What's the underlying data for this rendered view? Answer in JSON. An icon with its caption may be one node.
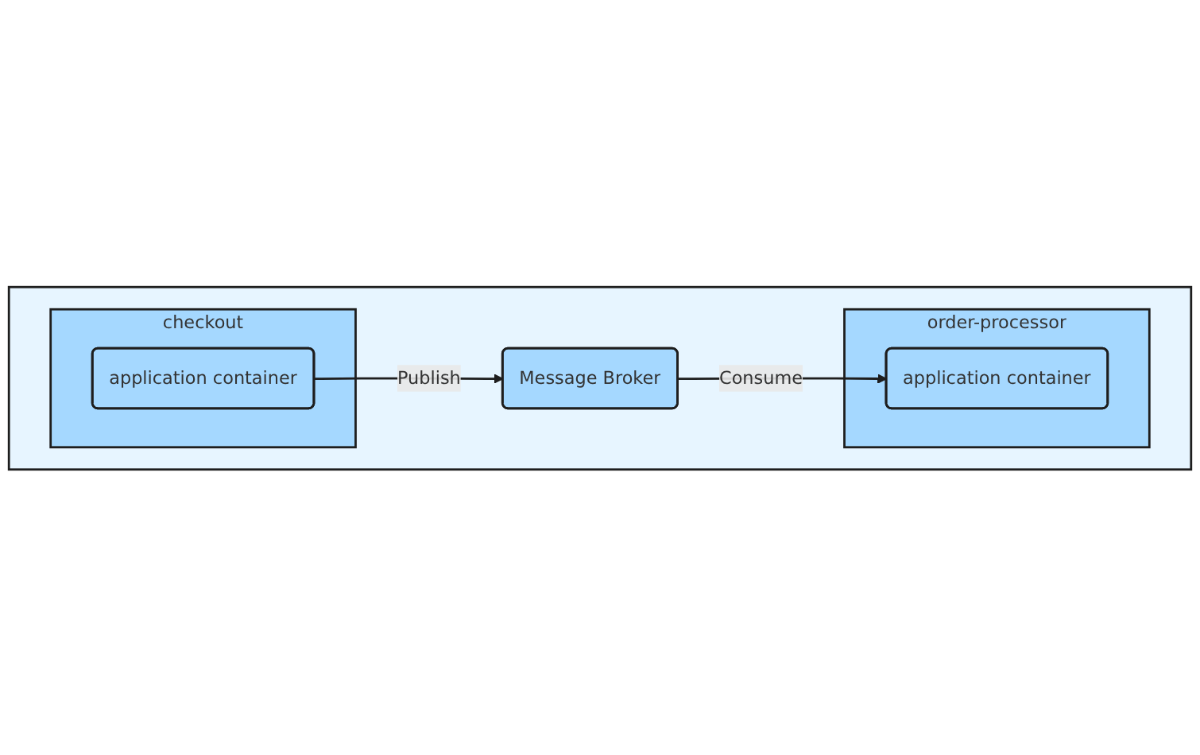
{
  "diagram": {
    "nodes": [
      {
        "text": [],
        "shape": "box"
      },
      {
        "text": [
          "checkout"
        ],
        "in": 0
      },
      {
        "text": [
          "application container"
        ],
        "in": 1
      },
      {
        "text": [
          "order-processor"
        ],
        "in": 0
      },
      {
        "text": [
          "application container"
        ],
        "in": 3
      },
      {
        "text": [
          "Message Broker"
        ],
        "in": 0
      }
    ],
    "edges": [
      {
        "from": 2,
        "to": 5,
        "label": "Publish",
        "arrow": "to"
      },
      {
        "from": 5,
        "to": 4,
        "label": "Consume",
        "arrow": "to"
      }
    ]
  }
}
